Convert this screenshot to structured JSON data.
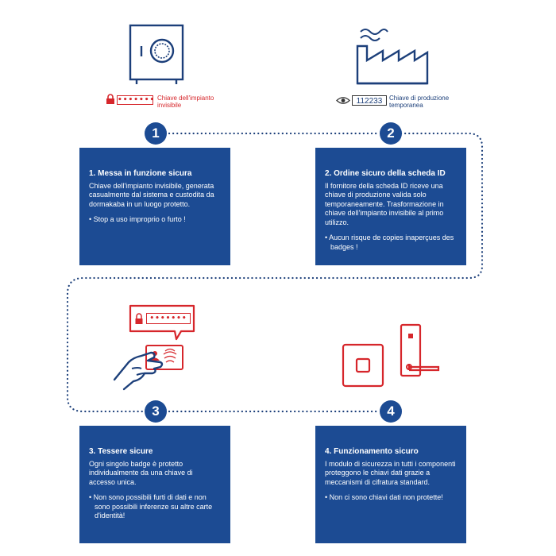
{
  "header": {
    "step1_caption": "Chiave dell'impianto invisibile",
    "step1_password": "•••••••",
    "step2_caption": "Chiave di produzione temporanea",
    "step2_code": "112233",
    "step3_password": "•••••••"
  },
  "steps": [
    {
      "number": "1",
      "title": "1. Messa in funzione sicura",
      "body": "Chiave dell'impianto invisibile, generata casualmente dal sistema e custodita da dormakaba in un luogo protetto.",
      "bullet": "• Stop a uso improprio o furto !"
    },
    {
      "number": "2",
      "title": "2. Ordine sicuro della scheda ID",
      "body": "Il fornitore della scheda ID riceve una chiave di produzione valida solo temporaneamente. Trasformazione in chiave dell'impianto invisibile al primo utilizzo.",
      "bullet": "• Aucun risque de copies inaperçues des badges !"
    },
    {
      "number": "3",
      "title": "3. Tessere sicure",
      "body": "Ogni singolo badge è protetto individualmente da una chiave di accesso unica.",
      "bullet": "• Non sono possibili furti di dati e non sono possibili inferenze su altre carte d'identità!"
    },
    {
      "number": "4",
      "title": "4. Funzionamento sicuro",
      "body": "I modulo di sicurezza in tutti i componenti proteggono le chiavi dati grazie a meccanismi di cifratura standard.",
      "bullet": "• Non ci sono chiavi dati non protette!"
    }
  ],
  "colors": {
    "navy": "#1c4b93",
    "icon_navy": "#1c3f7a",
    "red": "#d6262b"
  }
}
